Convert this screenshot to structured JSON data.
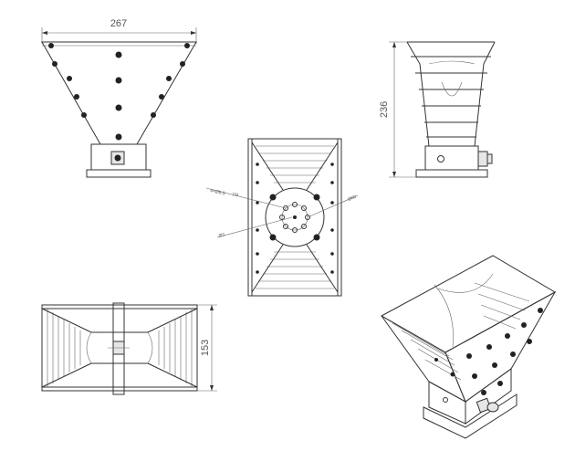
{
  "dimensions": {
    "width_top_view": "267",
    "height_side_view": "236",
    "width_bottom_view": "153"
  },
  "annotations": {
    "left_callout": "4×Ø6.5",
    "left_callout_depth": "▽8",
    "lower_callout": "Ø3",
    "right_callout": "Ø60"
  },
  "colors": {
    "line": "#333333",
    "hole": "#222222",
    "shade": "#e6e6e6"
  }
}
